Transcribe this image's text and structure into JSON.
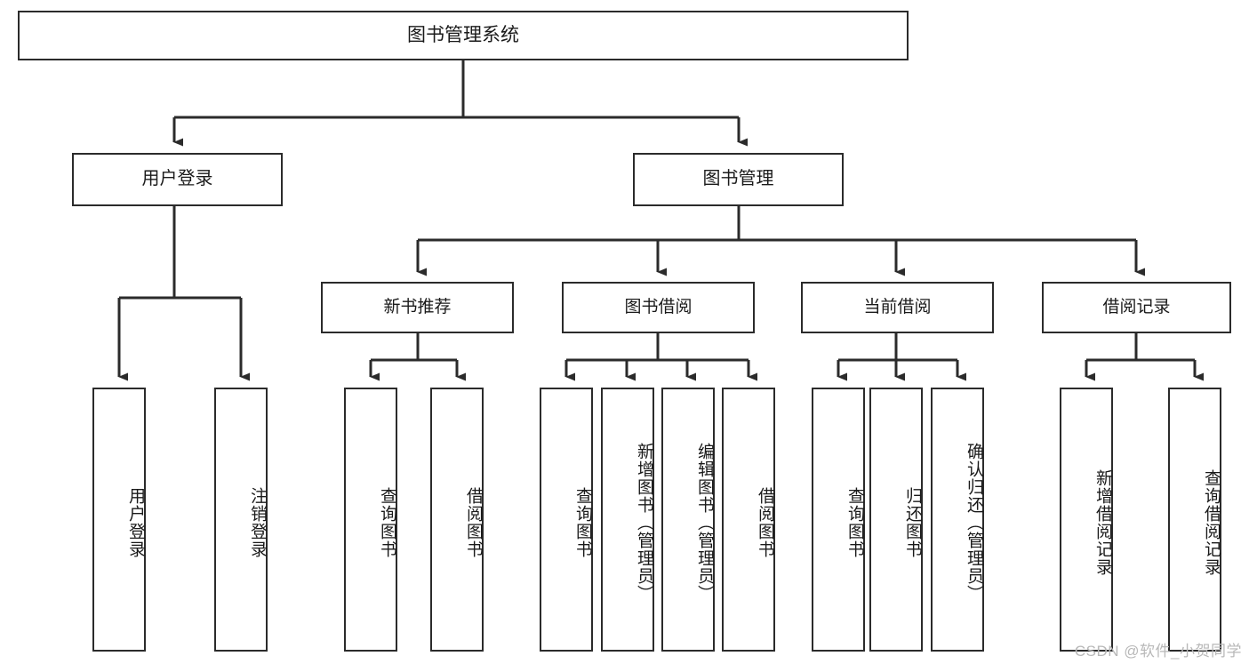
{
  "diagram": {
    "title": "图书管理系统",
    "watermark": "CSDN @软件_小贺同学",
    "type": "tree-hierarchy",
    "colors": {
      "stroke": "#2b2b2b",
      "fill": "#ffffff",
      "text": "#1a1a1a",
      "watermark": "#b8b8b8"
    },
    "root": {
      "label": "图书管理系统"
    },
    "level1": [
      {
        "label": "用户登录"
      },
      {
        "label": "图书管理"
      }
    ],
    "level2": [
      {
        "label": "新书推荐"
      },
      {
        "label": "图书借阅"
      },
      {
        "label": "当前借阅"
      },
      {
        "label": "借阅记录"
      }
    ],
    "leaves": {
      "user_login": [
        {
          "label": "用户登录"
        },
        {
          "label": "注销登录"
        }
      ],
      "new_book_recommend": [
        {
          "label": "查询图书"
        },
        {
          "label": "借阅图书"
        }
      ],
      "book_borrow": [
        {
          "label": "查询图书"
        },
        {
          "label": "新增图书（管理员）"
        },
        {
          "label": "编辑图书（管理员）"
        },
        {
          "label": "借阅图书"
        }
      ],
      "current_borrow": [
        {
          "label": "查询图书"
        },
        {
          "label": "归还图书"
        },
        {
          "label": "确认归还（管理员）"
        }
      ],
      "borrow_record": [
        {
          "label": "新增借阅记录"
        },
        {
          "label": "查询借阅记录"
        }
      ]
    }
  }
}
